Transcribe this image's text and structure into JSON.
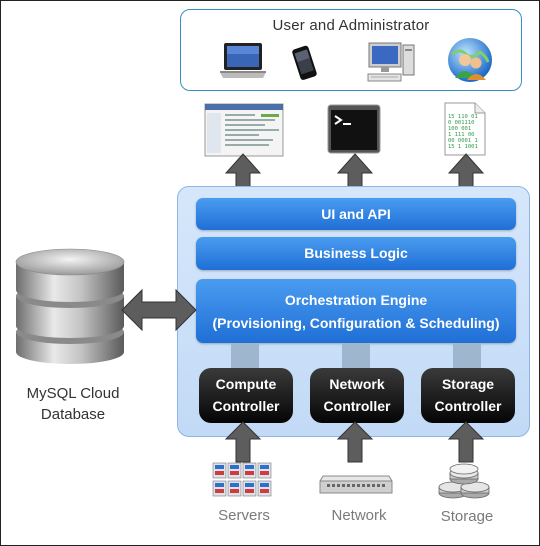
{
  "user_panel": {
    "title": "User and Administrator"
  },
  "core": {
    "ui_api": "UI and API",
    "business_logic": "Business Logic",
    "orchestration_title": "Orchestration Engine",
    "orchestration_subtitle": "(Provisioning, Configuration & Scheduling)"
  },
  "controllers": {
    "compute": [
      "Compute",
      "Controller"
    ],
    "network": [
      "Network",
      "Controller"
    ],
    "storage": [
      "Storage",
      "Controller"
    ]
  },
  "resources": {
    "servers": "Servers",
    "network": "Network",
    "storage": "Storage"
  },
  "database": {
    "line1": "MySQL Cloud",
    "line2": "Database"
  },
  "colors": {
    "bar_blue": "#2c80e3",
    "panel_blue": "#cfe2f9",
    "panel_border": "#3a8fbf",
    "controller_black": "#111111",
    "arrow_gray": "#555555"
  },
  "icons": [
    "laptop-icon",
    "mobile-phone-icon",
    "desktop-computer-icon",
    "users-globe-icon",
    "web-ui-screenshot-icon",
    "terminal-icon",
    "code-document-icon",
    "database-icon",
    "server-rack-icon",
    "network-switch-icon",
    "storage-disks-icon"
  ]
}
